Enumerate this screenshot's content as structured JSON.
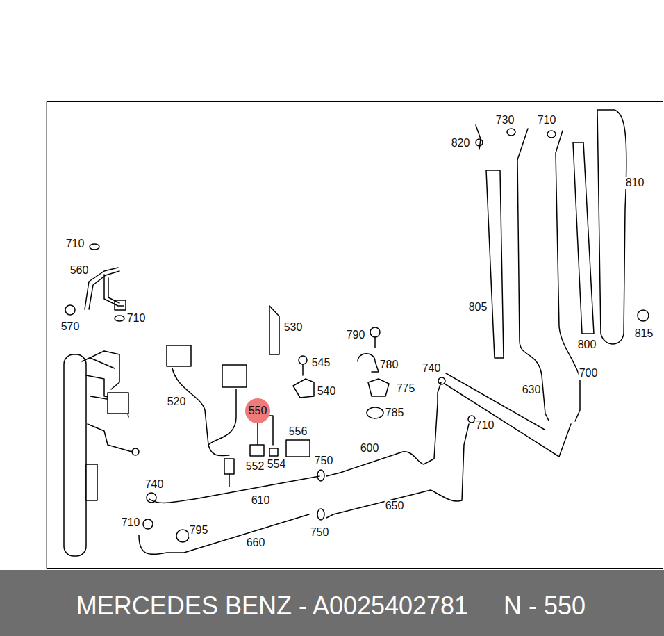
{
  "diagram": {
    "nodes": [
      {
        "text": [
          "550"
        ]
      },
      {
        "text": [
          "MERCEDES BENZ - A0025402781",
          "N - 550"
        ]
      }
    ],
    "labels": [
      "730",
      "710",
      "820",
      "810",
      "710",
      "560",
      "710",
      "570",
      "805",
      "530",
      "790",
      "545",
      "780",
      "740",
      "630",
      "700",
      "800",
      "815",
      "520",
      "775",
      "540",
      "785",
      "556",
      "710",
      "600",
      "552",
      "554",
      "750",
      "740",
      "610",
      "650",
      "710",
      "795",
      "750",
      "660"
    ]
  }
}
